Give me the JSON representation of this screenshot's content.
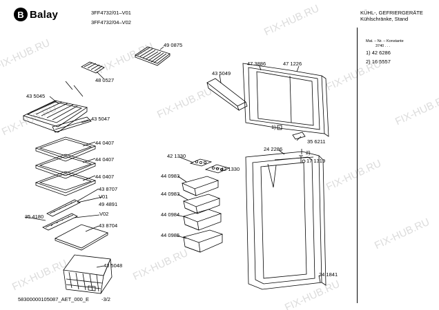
{
  "header": {
    "brand": "Balay",
    "model_1": "3FF4732/01–V01",
    "model_2": "3FF4732/04–V02",
    "category_1": "KÜHL-, GEFRIERGERÄTE",
    "category_2": "Kühlschränke, Stand"
  },
  "legend": {
    "heading_1": "Mat. – Nr. – Konstante",
    "heading_2": "3740 . . .",
    "items": [
      "1)  42 6286",
      "2)  16 5557"
    ]
  },
  "callouts": {
    "p490875": "49 0875",
    "p480527": "48 0527",
    "p435045": "43 5045",
    "p435047": "43 5047",
    "p440407a": "44 0407",
    "p440407b": "44 0407",
    "p440407c": "44 0407",
    "p438707": "43 8707",
    "v01": "V01",
    "p494891": "49 4891",
    "p354180": "35 4180",
    "v02": "V02",
    "p438704": "43 8704",
    "p435048": "43 5048",
    "p435049": "43 5049",
    "p473886": "47 3886",
    "p471226": "47 1226",
    "mark1": "1)",
    "p356211": "35 6211",
    "p421330a": "42 1330",
    "p421330b": "42 1330",
    "p242286": "24 2286",
    "mark2": "2)",
    "p171319": "17 1319",
    "p440983a": "44 0983",
    "p440983b": "44 0983",
    "p440984": "44 0984",
    "p440985": "44 0985",
    "p241841": "24 1841"
  },
  "footer": {
    "doc_id": "58300000105087_AET_000_E",
    "page": "-3/2"
  },
  "watermark": "FIX-HUB.RU"
}
